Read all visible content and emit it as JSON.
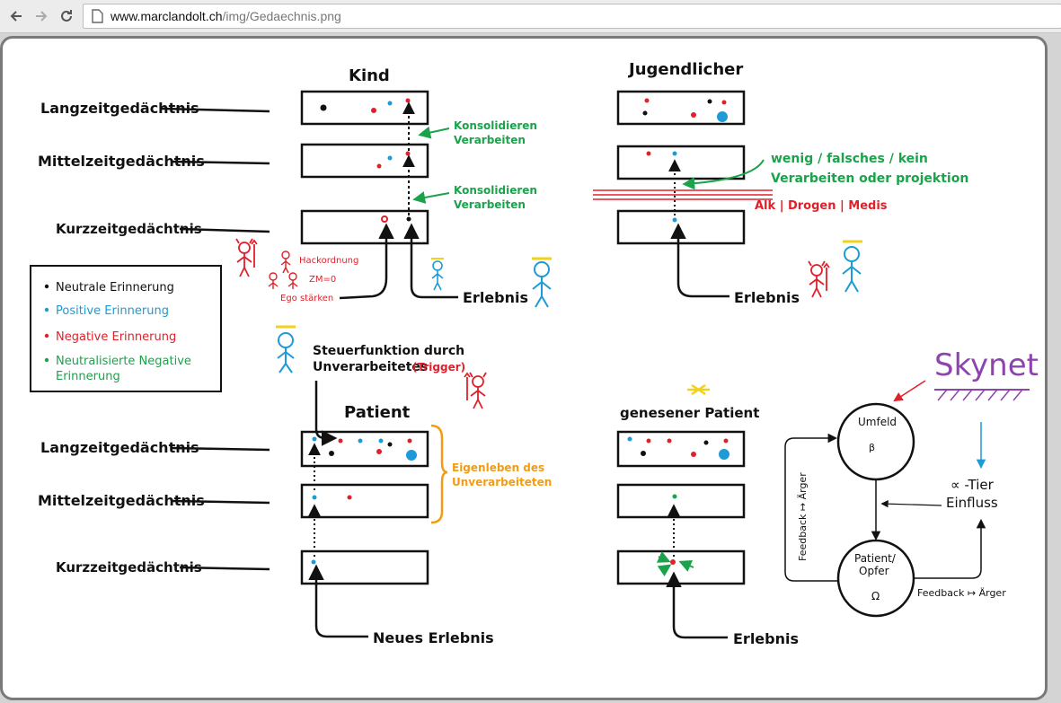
{
  "browser": {
    "url_host": "www.marclandolt.ch",
    "url_path": "/img/Gedaechnis.png",
    "icons": [
      "back-arrow-icon",
      "forward-arrow-icon",
      "reload-icon",
      "page-info-icon"
    ]
  },
  "colors": {
    "black": "#111111",
    "neutral": "#111111",
    "positive": "#1e9ad6",
    "negative": "#e0202a",
    "neutralized": "#1aa34a",
    "orange": "#f39c12",
    "skynet": "#8e44ad",
    "yellow": "#f1d21a"
  },
  "labels": {
    "lang": "Langzeitgedächtnis",
    "mittel": "Mittelzeitgedächtnis",
    "kurz": "Kurzzeitgedächtnis"
  },
  "kind": {
    "title": "Kind",
    "konsolidieren1": "Konsolidieren",
    "verarbeiten1": "Verarbeiten",
    "konsolidieren2": "Konsolidieren",
    "verarbeiten2": "Verarbeiten",
    "hackordnung": "Hackordnung",
    "em": "ZM=0",
    "ego": "Ego stärken",
    "erlebnis": "Erlebnis"
  },
  "jugendlicher": {
    "title": "Jugendlicher",
    "wenig": "wenig / falsches / kein",
    "verarbeiten": "Verarbeiten oder projektion",
    "alk": "Alk | Drogen | Medis",
    "erlebnis": "Erlebnis"
  },
  "legend": {
    "neutral": "Neutrale Erinnerung",
    "positive": "Positive Erinnerung",
    "negative": "Negative Erinnerung",
    "neutralized_1": "Neutralisierte Negative",
    "neutralized_2": "Erinnerung"
  },
  "patient": {
    "steuer_1": "Steuerfunktion durch",
    "steuer_2": "Unverarbeitetes",
    "trigger": "(Trigger)",
    "title": "Patient",
    "eigen_1": "Eigenleben des",
    "eigen_2": "Unverarbeiteten",
    "neues": "Neues Erlebnis"
  },
  "genesen": {
    "title": "genesener Patient",
    "erlebnis": "Erlebnis"
  },
  "skynet": {
    "title": "Skynet",
    "umfeld": "Umfeld",
    "beta": "β",
    "patient": "Patient/",
    "opfer": "Opfer",
    "omega": "Ω",
    "alpha": "∝ -Tier",
    "einfluss": "Einfluss",
    "feedback_left": "Feedback ↦ Ärger",
    "feedback_right": "Feedback ↦ Ärger"
  }
}
